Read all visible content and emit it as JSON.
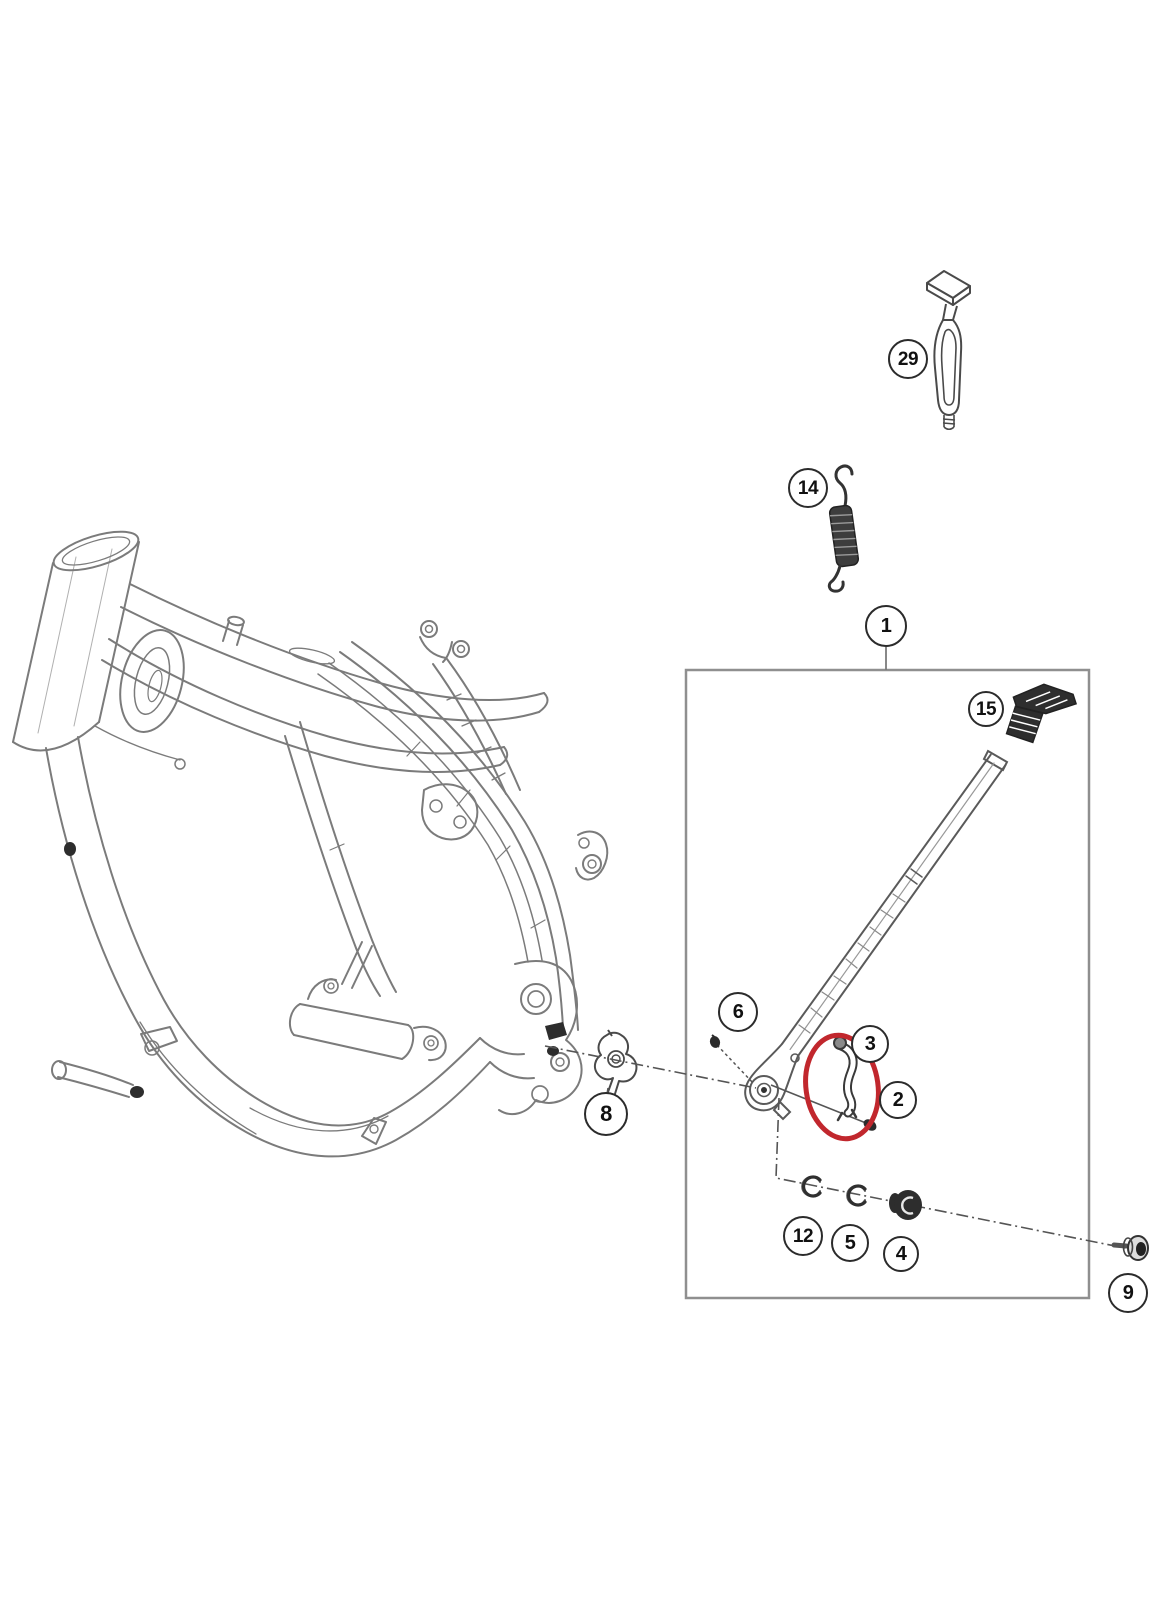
{
  "diagram": {
    "kind": "exploded-parts-diagram",
    "subject": "motorcycle frame with side stand assembly",
    "highlight_color": "#c1272d",
    "frame_line_color": "#7b7b7b",
    "dark_part_color": "#2d2d2d",
    "callout_border_color": "#2b2b2b",
    "callouts": [
      {
        "label": "29"
      },
      {
        "label": "14"
      },
      {
        "label": "1"
      },
      {
        "label": "15"
      },
      {
        "label": "6"
      },
      {
        "label": "3"
      },
      {
        "label": "2"
      },
      {
        "label": "8"
      },
      {
        "label": "12"
      },
      {
        "label": "5"
      },
      {
        "label": "4"
      },
      {
        "label": "9"
      }
    ]
  }
}
